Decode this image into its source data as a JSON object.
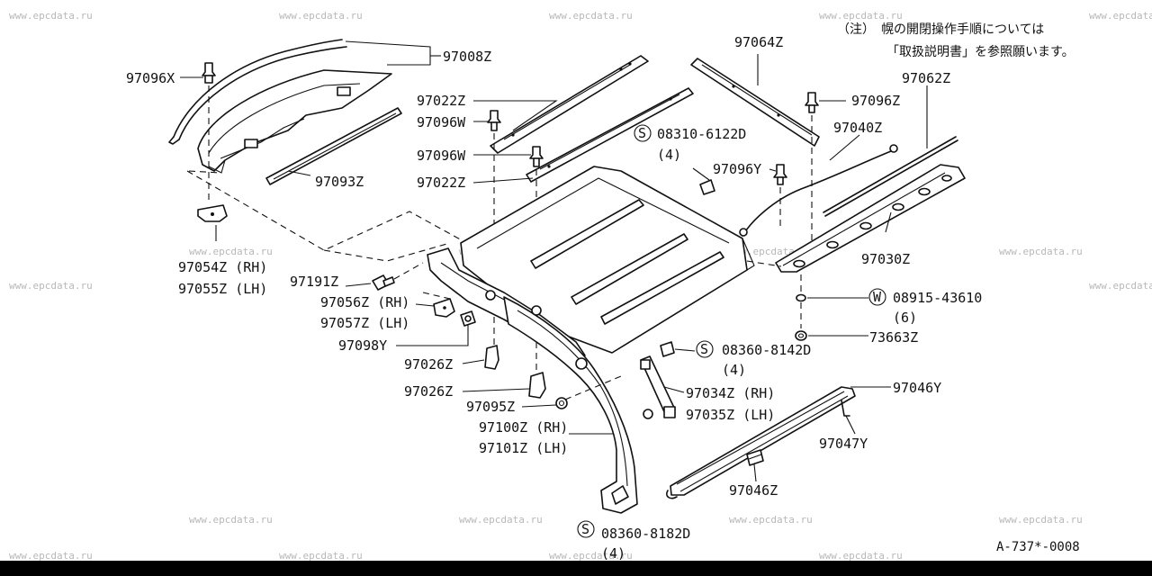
{
  "watermark": "www.epcdata.ru",
  "note": {
    "line1": "（注）　幌の開閉操作手順については",
    "line2": "「取扱説明書」を参照願います。"
  },
  "labels": {
    "p97008Z": "97008Z",
    "p97096X": "97096X",
    "p97022Z_a": "97022Z",
    "p97096W_a": "97096W",
    "p97096W_b": "97096W",
    "p97022Z_b": "97022Z",
    "p97093Z": "97093Z",
    "p97054Z": "97054Z (RH)",
    "p97055Z": "97055Z (LH)",
    "p97191Z": "97191Z",
    "p97056Z": "97056Z (RH)",
    "p97057Z": "97057Z (LH)",
    "p97098Y": "97098Y",
    "p97026Z_a": "97026Z",
    "p97026Z_b": "97026Z",
    "p97095Z": "97095Z",
    "p97100Z": "97100Z (RH)",
    "p97101Z": "97101Z (LH)",
    "s08360_8182D": "08360-8182D",
    "s08360_8182D_qty": "(4)",
    "p97064Z": "97064Z",
    "p97062Z": "97062Z",
    "p97096Z": "97096Z",
    "p97040Z": "97040Z",
    "s08310_6122D": "08310-6122D",
    "s08310_6122D_qty": "(4)",
    "p97096Y": "97096Y",
    "p97030Z": "97030Z",
    "w08915_43610": "08915-43610",
    "w08915_43610_qty": "(6)",
    "p73663Z": "73663Z",
    "s08360_8142D": "08360-8142D",
    "s08360_8142D_qty": "(4)",
    "p97034Z": "97034Z (RH)",
    "p97035Z": "97035Z (LH)",
    "p97046Y": "97046Y",
    "p97047Y": "97047Y",
    "p97046Z": "97046Z",
    "sym_s": "S",
    "sym_w": "W"
  },
  "diagram_code": "A-737*-0008"
}
